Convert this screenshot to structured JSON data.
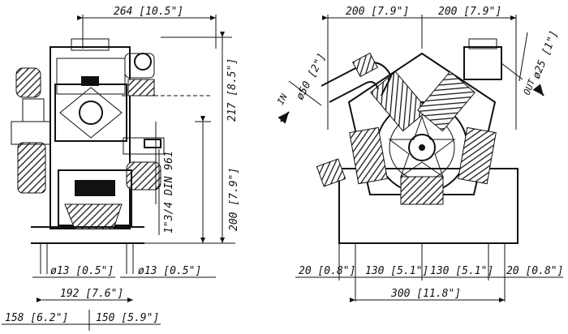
{
  "left_view": {
    "dim_overall_width": "264 [10.5\"]",
    "dim_total_height": "217 [8.5\"]",
    "dim_axis_height": "200 [7.9\"]",
    "port_label": "1\"3/4 DIN 961",
    "hole_left": "ø13 [0.5\"]",
    "hole_right": "ø13 [0.5\"]",
    "dim_hole_spacing": "192 [7.6\"]",
    "dim_bottom_left": "158 [6.2\"]",
    "dim_bottom_right": "150 [5.9\"]"
  },
  "right_view": {
    "dim_half_left": "200 [7.9\"]",
    "dim_half_right": "200 [7.9\"]",
    "inlet_diameter": "ø50 [2\"]",
    "outlet_diameter": "ø25 [1\"]",
    "inlet_label": "IN",
    "outlet_label": "OUT",
    "dim_edge_left": "20 [0.8\"]",
    "dim_mid_left": "130 [5.1\"]",
    "dim_mid_right": "130 [5.1\"]",
    "dim_edge_right": "20 [0.8\"]",
    "dim_base_width": "300 [11.8\"]"
  }
}
